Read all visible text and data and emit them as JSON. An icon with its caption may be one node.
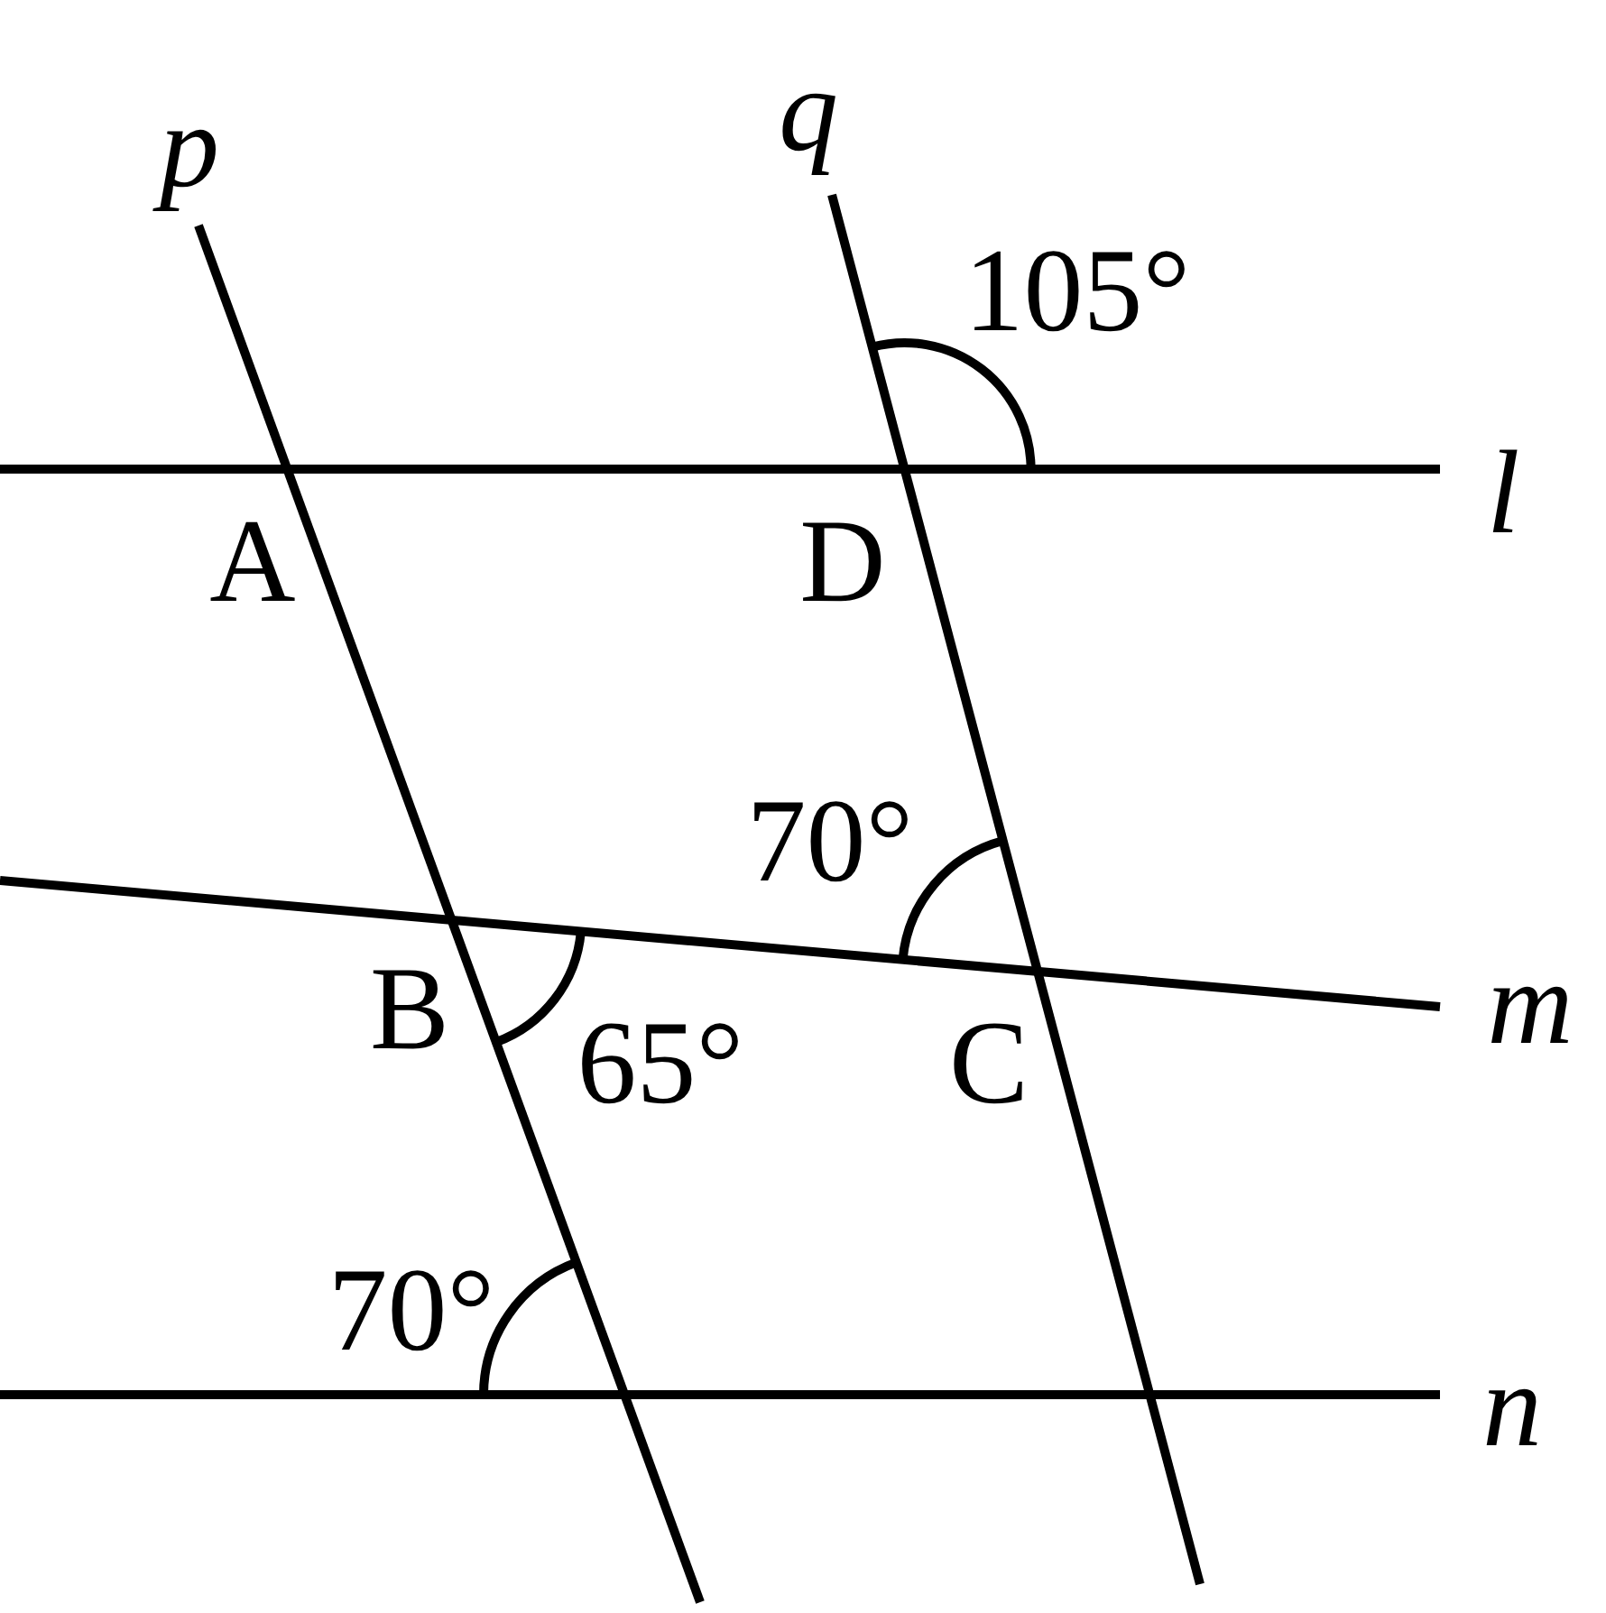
{
  "diagram": {
    "labels": [
      "p",
      "q",
      "105°",
      "l",
      "A",
      "D",
      "70°",
      "B",
      "65°",
      "C",
      "m",
      "70°",
      "n"
    ]
  }
}
